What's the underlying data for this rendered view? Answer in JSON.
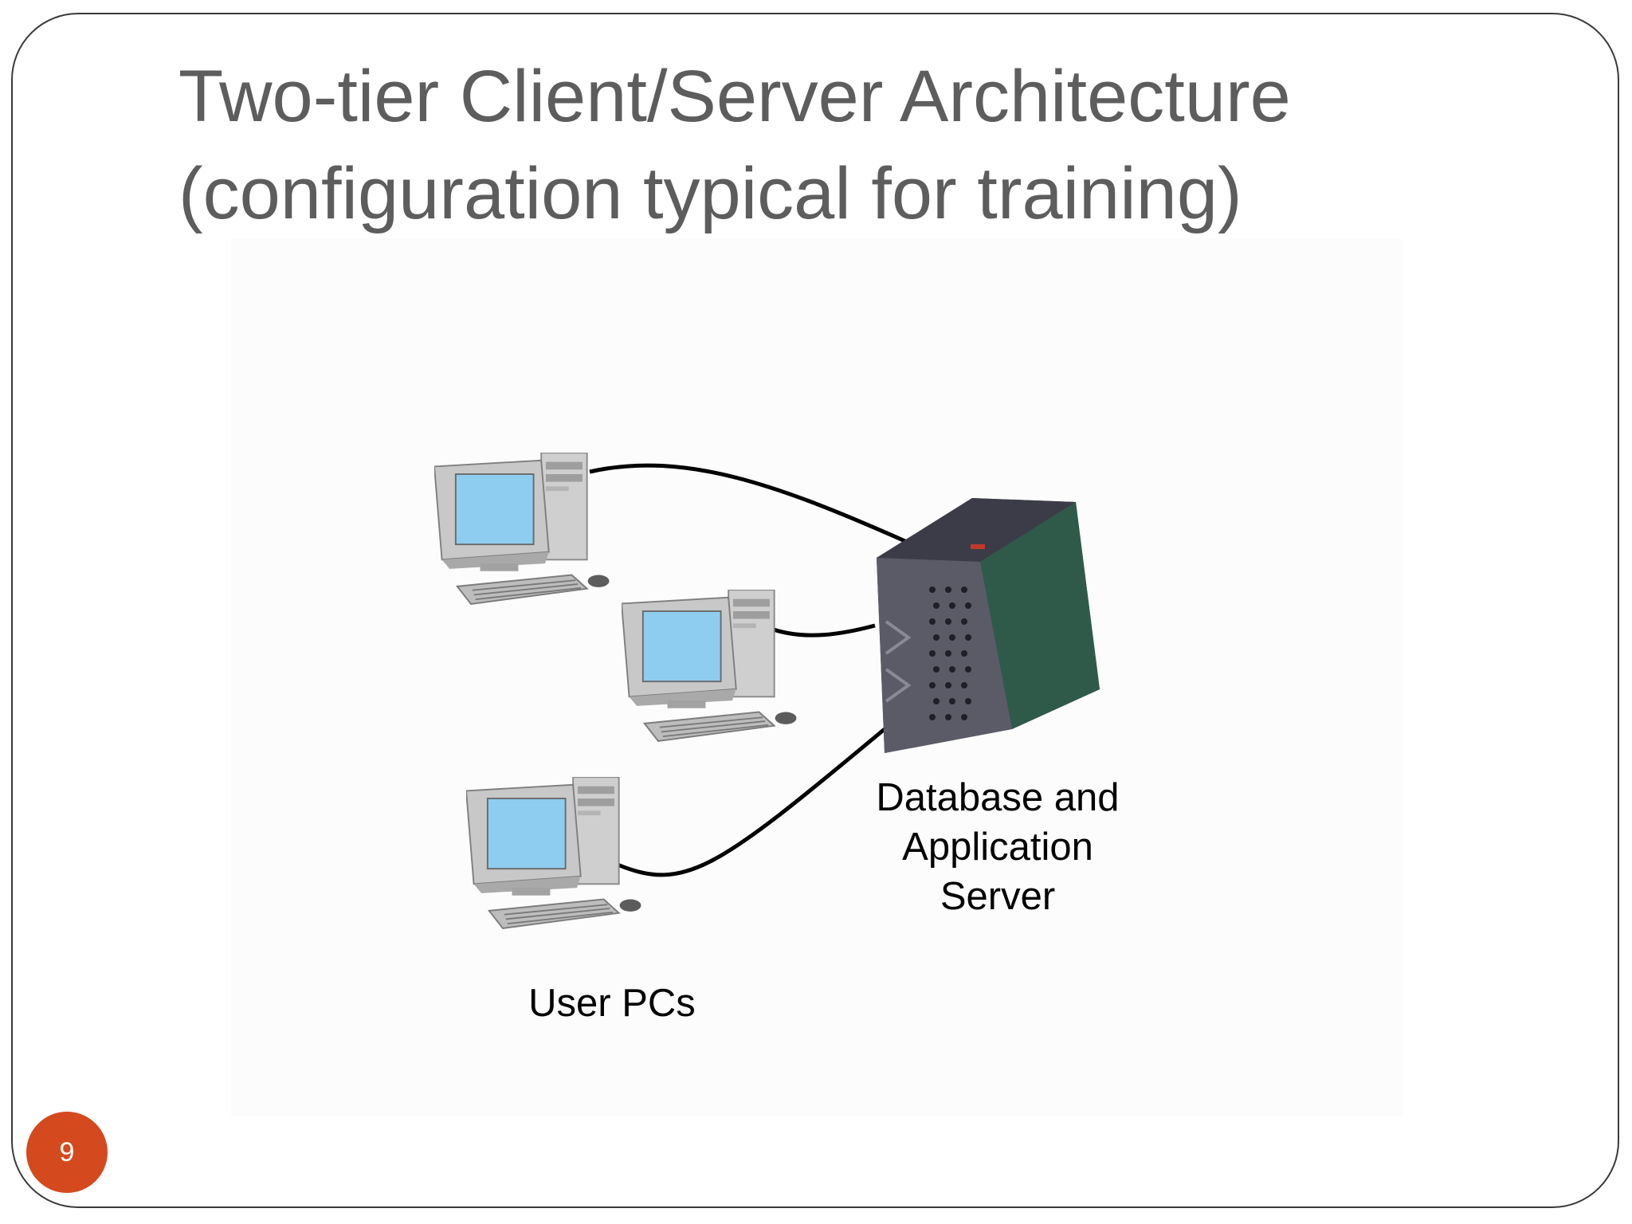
{
  "slide": {
    "title_line1": "Two-tier Client/Server Architecture",
    "title_line2": "(configuration typical for training)",
    "page_number": "9"
  },
  "diagram": {
    "server_label": [
      "Database and",
      "Application",
      "Server"
    ],
    "clients_label": "User PCs",
    "client_count": 3,
    "colors": {
      "monitor_screen": "#8fcdf0",
      "pc_casing": "#c9c9c9",
      "server_body": "#4e4e5a",
      "server_side": "#2f5a4a",
      "cable": "#000000",
      "page_badge": "#d44a1e",
      "title_text": "#5d5d5d"
    }
  }
}
